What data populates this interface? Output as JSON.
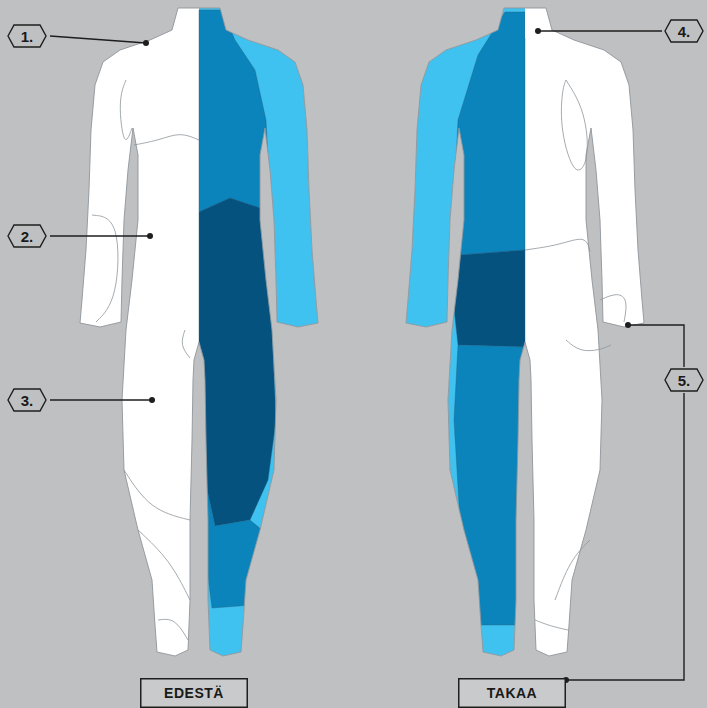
{
  "diagram": {
    "nodes": [
      {
        "text": [
          "1."
        ]
      },
      {
        "text": [
          "4."
        ]
      },
      {
        "text": [
          "2."
        ]
      },
      {
        "text": [
          "5."
        ]
      },
      {
        "text": [
          "3."
        ]
      },
      {
        "text": [
          "EDESTÄ"
        ]
      },
      {
        "text": [
          "TAKAA"
        ]
      }
    ]
  }
}
